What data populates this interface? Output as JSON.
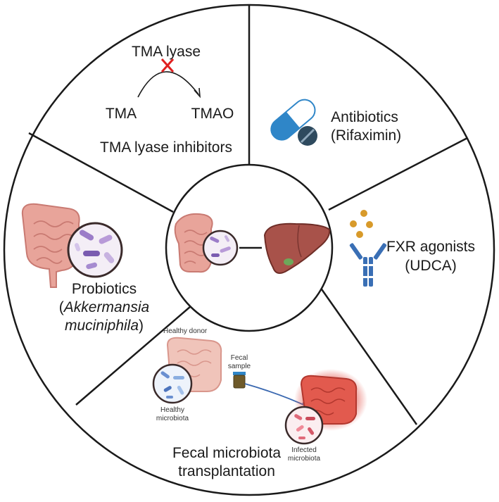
{
  "segments": {
    "tma": {
      "enzyme": "TMA lyase",
      "substrate": "TMA",
      "product": "TMAO",
      "title": "TMA lyase inhibitors"
    },
    "antibiotics": {
      "line1": "Antibiotics",
      "line2": "(Rifaximin)"
    },
    "fxr": {
      "line1": "FXR agonists",
      "line2": "(UDCA)"
    },
    "fmt": {
      "donor_label": "Healthy donor",
      "sample_label_1": "Fecal",
      "sample_label_2": "sample",
      "healthy_label_1": "Healthy",
      "healthy_label_2": "microbiota",
      "infected_label_1": "Infected",
      "infected_label_2": "microbiota",
      "title_line1": "Fecal microbiota",
      "title_line2": "transplantation"
    },
    "probiotics": {
      "line1": "Probiotics",
      "line2_open": "(",
      "line2_italic": "Akkermansia",
      "line3_italic": "muciniphila",
      "line3_close": ")"
    }
  },
  "colors": {
    "outline": "#1a1a1a",
    "intestine": "#e8a49a",
    "intestine_dark": "#c97a72",
    "liver": "#a8524a",
    "capsule_blue": "#2f86c8",
    "tablet": "#2e4a5e",
    "receptor": "#3a6fb5",
    "ligand": "#d89a2a",
    "infected_glow": "#e0443a",
    "cross": "#e02020",
    "arrow_blue": "#3a68b0"
  },
  "icons": [
    "intestine-icon",
    "microbe-magnifier-icon",
    "liver-icon",
    "capsule-icon",
    "tablet-icon",
    "receptor-icon",
    "sample-jar-icon"
  ]
}
